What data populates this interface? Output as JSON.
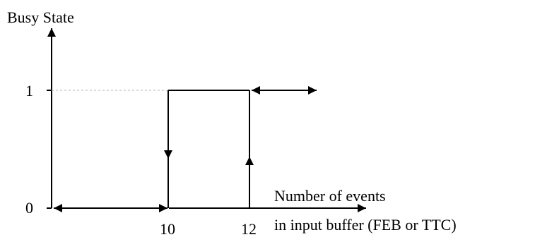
{
  "y_axis_title": "Busy State",
  "y_ticks": {
    "one": "1",
    "zero": "0"
  },
  "x_ticks": {
    "ten": "10",
    "twelve": "12"
  },
  "x_axis_title": {
    "line1": "Number of events",
    "line2": "in input buffer (FEB or TTC)"
  },
  "colors": {
    "line": "#000000",
    "guide": "#b4b4b4"
  }
}
